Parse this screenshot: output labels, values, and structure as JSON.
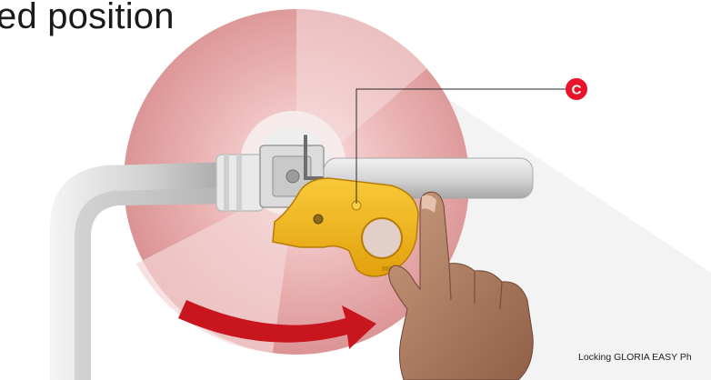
{
  "heading": {
    "text": "ed position"
  },
  "callout": {
    "letter": "C",
    "color": "#e8142a"
  },
  "caption": {
    "text": "Locking GLORIA EASY Ph"
  },
  "colors": {
    "disc": "#e7a9a9",
    "pipe": "#d3d3d3",
    "lever": "#f3b51c",
    "arrow": "#c9151e",
    "hand": "#b08064"
  },
  "icons": {
    "callout_marker": "c-circle-icon"
  }
}
